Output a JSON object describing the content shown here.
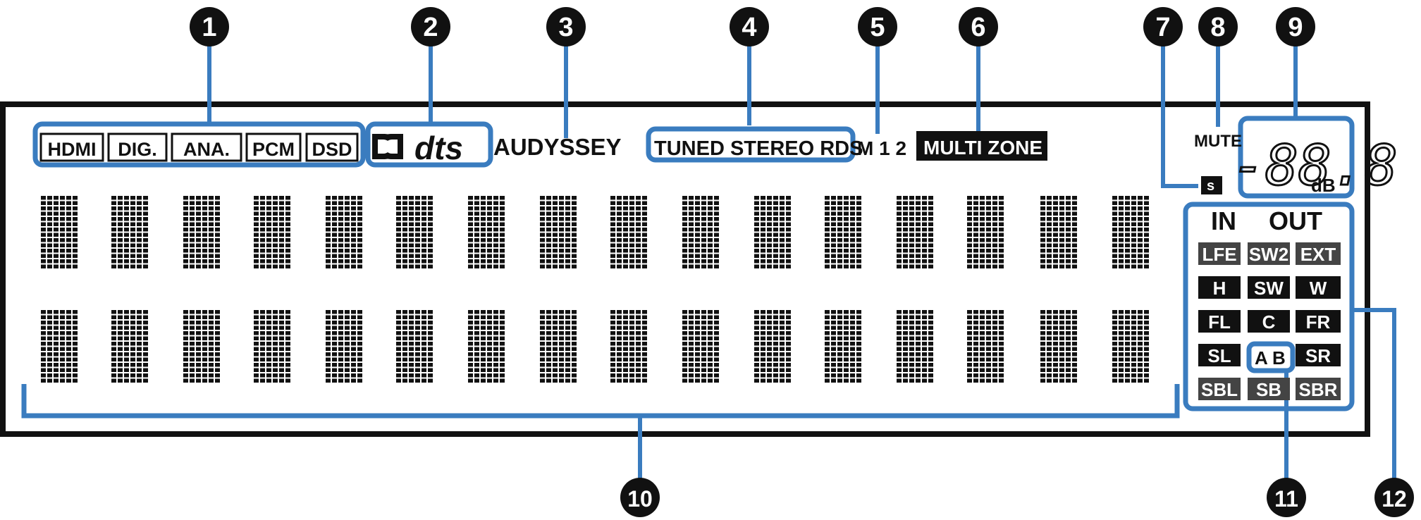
{
  "colors": {
    "ink": "#111111",
    "callout": "#3a7cbf",
    "callout_badge": "#111111",
    "background": "#ffffff",
    "dots_pattern": "segment-matrix"
  },
  "top_indicators": {
    "inputs": [
      "HDMI",
      "DIG.",
      "ANA.",
      "PCM",
      "DSD"
    ],
    "dolby_logo": "dolby-double-d-icon",
    "dts_logo": "dts",
    "audyssey": "AUDYSSEY",
    "tuner": "TUNED STEREO RDS",
    "memory": "M 1 2",
    "multi_zone": "MULTI ZONE",
    "mute": "MUTE",
    "sleep": "s",
    "volume_digits": "-88.8",
    "volume_unit": "dB"
  },
  "channel_indicator": {
    "header_in": "IN",
    "header_out": "OUT",
    "rows": [
      [
        "LFE",
        "SW2",
        "EXT"
      ],
      [
        "H",
        "SW",
        "W"
      ],
      [
        "FL",
        "C",
        "FR"
      ],
      [
        "SL",
        "",
        "SR"
      ],
      [
        "SBL",
        "SB",
        "SBR"
      ]
    ],
    "speaker_ab": "A B"
  },
  "callouts": [
    {
      "num": "1",
      "target": "input-mode-indicators"
    },
    {
      "num": "2",
      "target": "decoder-indicators"
    },
    {
      "num": "3",
      "target": "audyssey-indicator"
    },
    {
      "num": "4",
      "target": "tuner-reception-indicators"
    },
    {
      "num": "5",
      "target": "quick-select-memory-indicator"
    },
    {
      "num": "6",
      "target": "multi-zone-indicator"
    },
    {
      "num": "7",
      "target": "sleep-timer-indicator"
    },
    {
      "num": "8",
      "target": "mute-indicator"
    },
    {
      "num": "9",
      "target": "master-volume-indicator"
    },
    {
      "num": "10",
      "target": "information-display"
    },
    {
      "num": "11",
      "target": "speaker-ab-indicator"
    },
    {
      "num": "12",
      "target": "input-output-signal-indicators"
    }
  ]
}
